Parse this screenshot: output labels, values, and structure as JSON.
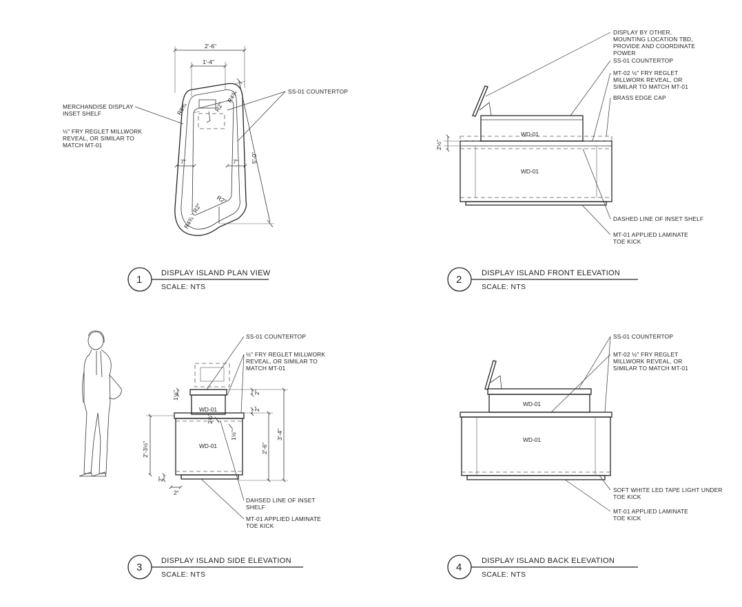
{
  "views": [
    {
      "number": "1",
      "title": "DISPLAY ISLAND PLAN VIEW",
      "scale": "SCALE: NTS"
    },
    {
      "number": "2",
      "title": "DISPLAY ISLAND FRONT ELEVATION",
      "scale": "SCALE: NTS"
    },
    {
      "number": "3",
      "title": "DISPLAY ISLAND SIDE ELEVATION",
      "scale": "SCALE: NTS"
    },
    {
      "number": "4",
      "title": "DISPLAY ISLAND BACK ELEVATION",
      "scale": "SCALE: NTS"
    }
  ],
  "plan": {
    "notes": {
      "merch_1": "MERCHANDISE DISPLAY",
      "merch_2": "INSET SHELF",
      "reglet_1": "½\" FRY REGLET MILLWORK",
      "reglet_2": "REVEAL, OR SIMILAR TO",
      "reglet_3": "MATCH MT-01",
      "ss01": "SS-01 COUNTERTOP"
    },
    "dims": {
      "overall_width": "2'-6\"",
      "inner_width": "1'-4\"",
      "length": "5'-0\"",
      "left_offset": "7\"",
      "right_offset": "7\"",
      "r1": "R8¾",
      "r2": "R2\"",
      "r3": "R4¾",
      "r4": "R2\"",
      "r5": "R2\"",
      "r6": "R4¾"
    }
  },
  "front": {
    "notes": {
      "display_1": "DISPLAY BY OTHER,",
      "display_2": "MOUNTING LOCATION TBD,",
      "display_3": "PROVIDE AND COORDINATE",
      "display_4": "POWER",
      "ss01": "SS-01 COUNTERTOP",
      "mt02_1": "MT-02 ½\" FRY REGLET",
      "mt02_2": "MILLWORK REVEAL, OR",
      "mt02_3": "SIMILAR TO MATCH MT-01",
      "brass": "BRASS EDGE CAP",
      "dashed": "DASHED LINE OF INSET SHELF",
      "toe_1": "MT-01 APPLIED LAMINATE",
      "toe_2": "TOE KICK"
    },
    "tags": {
      "upper": "WD-01",
      "lower": "WD-01"
    },
    "dims": {
      "top": "2½\""
    }
  },
  "side": {
    "notes": {
      "ss01": "SS-01 COUNTERTOP",
      "reglet_1": "½\" FRY REGLET MILLWORK",
      "reglet_2": "REVEAL, OR SIMILAR TO",
      "reglet_3": "MATCH MT-01",
      "dashed_1": "DAHSED LINE OF INSET",
      "dashed_2": "SHELF",
      "toe_1": "MT-01 APPLIED LAMINATE",
      "toe_2": "TOE KICK"
    },
    "tags": {
      "upper": "WD-01",
      "lower": "WD-01"
    },
    "dims": {
      "top_thick": "1½\"",
      "two_a": "2\"",
      "two_b": "2\"",
      "shelf_gap": "2½\"",
      "reveal": "1½\"",
      "lower_height": "2'-3½\"",
      "mid_height": "2'-6\"",
      "total_height": "3'-4\"",
      "toe_h": "2\"",
      "toe_d": "2\""
    }
  },
  "back": {
    "notes": {
      "ss01": "SS-01 COUNTERTOP",
      "mt02_1": "MT-02 ½\" FRY REGLET",
      "mt02_2": "MILLWORK REVEAL, OR",
      "mt02_3": "SIMILAR TO MATCH MT-01",
      "led_1": "SOFT WHITE LED TAPE LIGHT UNDER",
      "led_2": "TOE KICK",
      "toe_1": "MT-01 APPLIED LAMINATE",
      "toe_2": "TOE KICK"
    },
    "tags": {
      "upper": "WD-01",
      "lower": "WD-01"
    }
  }
}
